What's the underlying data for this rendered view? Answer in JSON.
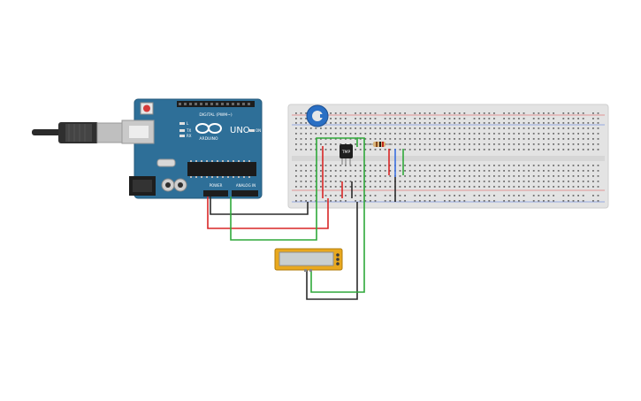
{
  "arduino": {
    "digital_label": "DIGITAL (PWM~)",
    "brand": "ARDUINO",
    "model": "UNO",
    "power_label": "POWER",
    "analog_label": "ANALOG IN",
    "led_tx": "TX",
    "led_rx": "RX",
    "led_l": "L",
    "led_on": "ON"
  },
  "sensor": {
    "label": "TMP"
  },
  "colors": {
    "board_blue": "#2e6f98",
    "breadboard": "#e3e3e3",
    "wire_red": "#d92626",
    "wire_green": "#2fa93a",
    "wire_black": "#2b2b2b",
    "wire_blue": "#3a6fe0",
    "lcd_frame": "#e8a81e",
    "potentiometer": "#2a6fc4"
  }
}
